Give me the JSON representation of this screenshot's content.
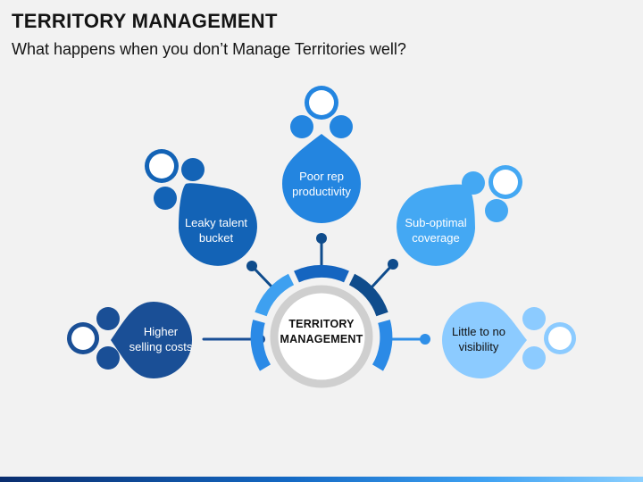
{
  "header": {
    "title": "TERRITORY MANAGEMENT",
    "subtitle": "What happens when you don’t Manage Territories well?"
  },
  "center": {
    "label_line1": "TERRITORY",
    "label_line2": "MANAGEMENT"
  },
  "nodes": [
    {
      "id": "higher-selling-costs",
      "line1": "Higher",
      "line2": "selling costs",
      "color": "#1a4f96"
    },
    {
      "id": "leaky-talent-bucket",
      "line1": "Leaky talent",
      "line2": "bucket",
      "color": "#1363b6"
    },
    {
      "id": "poor-rep-productivity",
      "line1": "Poor rep",
      "line2": "productivity",
      "color": "#2385e0"
    },
    {
      "id": "sub-optimal-coverage",
      "line1": "Sub-optimal",
      "line2": "coverage",
      "color": "#44a8f3"
    },
    {
      "id": "little-to-no-visibility",
      "line1": "Little to no",
      "line2": "visibility",
      "color": "#8ccbff"
    }
  ]
}
